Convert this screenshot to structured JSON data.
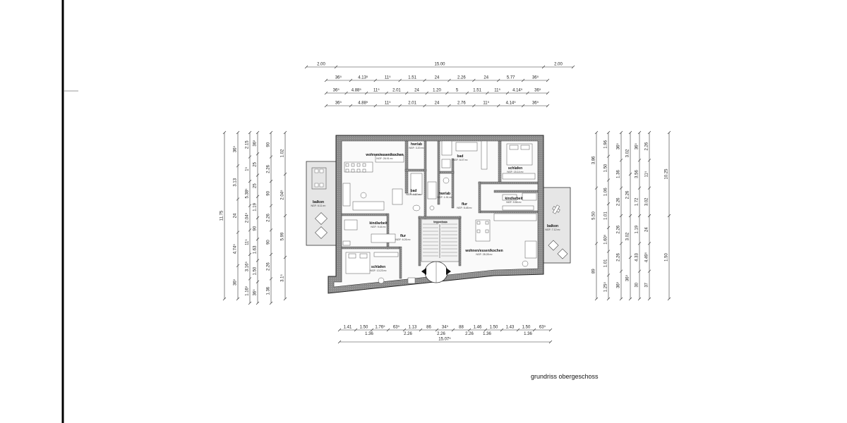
{
  "caption": "grundriss obergeschoss",
  "top_dims": {
    "row1": [
      "2.00",
      "15.00",
      "2.00"
    ],
    "row2": [
      "36⁵",
      "4.13⁵",
      "11⁵",
      "1.51",
      "24",
      "2.26",
      "24",
      "5.77",
      "36⁵"
    ],
    "row3": [
      "36⁵",
      "4.88⁵",
      "11⁵",
      "2.01",
      "24",
      "1.20",
      "5",
      "1.51",
      "11⁵",
      "4.14⁵",
      "36⁵"
    ],
    "row4": [
      "36⁵",
      "4.88⁵",
      "11⁵",
      "2.01",
      "24",
      "2.76",
      "11⁵",
      "4.14⁵",
      "36⁵"
    ]
  },
  "bottom_dims": {
    "row1": [
      "1.41",
      "1.50",
      "1.76⁵",
      "63⁵",
      "1.13",
      "86",
      "34⁵",
      "88",
      "1.46",
      "1.50",
      "1.43",
      "1.50",
      "63⁵"
    ],
    "row1_sub": [
      "1.36",
      "2.26",
      "2.26",
      "2.26",
      "1.36",
      "1.36"
    ],
    "total": "15.07⁵"
  },
  "left_dims": {
    "col1": [
      "11.75"
    ],
    "col2": [
      "36⁵",
      "3.13",
      "24",
      "4.74⁵",
      "36⁵"
    ],
    "col3": [
      "2.15",
      "1⁵",
      "5.38⁵",
      "2.04⁵",
      "11⁵",
      "3.16⁵",
      "1.16⁵"
    ],
    "col4": [
      "36⁵",
      "25",
      "25",
      "1.19",
      "90",
      "1.63",
      "1.50",
      "36⁵"
    ],
    "col5": [
      "90",
      "2.26",
      "90",
      "2.26",
      "90",
      "2.26",
      "1.36"
    ],
    "col6": [
      "1.02",
      "2.04⁵",
      "5.99",
      "3.1⁵"
    ]
  },
  "right_dims": {
    "col1": [
      "3.86",
      "5.50",
      "89"
    ],
    "col2": [
      "1.96",
      "1.50",
      "1.06",
      "1.01",
      "1.60⁵",
      "1.01",
      "1.25⁵"
    ],
    "col3": [
      "36⁵",
      "1.36",
      "2.26",
      "2.26",
      "2.26",
      "36⁵"
    ],
    "col4": [
      "3.02",
      "2.26",
      "3.02",
      "36⁵"
    ],
    "col5": [
      "36⁵",
      "3.56",
      "1.72",
      "1.19",
      "4.33",
      "30"
    ],
    "col6": [
      "2.26",
      "11⁵",
      "3.02",
      "24",
      "4.49⁵",
      "37"
    ],
    "col7": [
      "10.25",
      "1.50"
    ]
  },
  "rooms": [
    {
      "name": "wohnen/essen/kochen",
      "area": "NGF: 26.91 m²"
    },
    {
      "name": "hwr/ab",
      "area": "NGF: 3.20 m²"
    },
    {
      "name": "bad",
      "area": "NGF: 6.07 m²"
    },
    {
      "name": "bad",
      "area": "NGF: 4.67 m²"
    },
    {
      "name": "hwr/ab",
      "area": "NGF: 1.91 m²"
    },
    {
      "name": "schlafen",
      "area": "NGF: 15.14 m²"
    },
    {
      "name": "kind/arbeit",
      "area": "NGF: 9.56 m²"
    },
    {
      "name": "flur",
      "area": "NGF: 5.48 m²"
    },
    {
      "name": "kind/arbeit",
      "area": "NGF: 9.44 m²"
    },
    {
      "name": "flur",
      "area": "NGF: 6.26 m²"
    },
    {
      "name": "wohnen/essen/kochen",
      "area": "NGF: 28.28 m²"
    },
    {
      "name": "schlafen",
      "area": "NGF: 13.23 m²"
    },
    {
      "name": "balkon",
      "area": "NGF: 6.11 m²"
    },
    {
      "name": "balkon",
      "area": "NGF: 7.12 m²"
    }
  ],
  "stair_label": "treppenhaus"
}
